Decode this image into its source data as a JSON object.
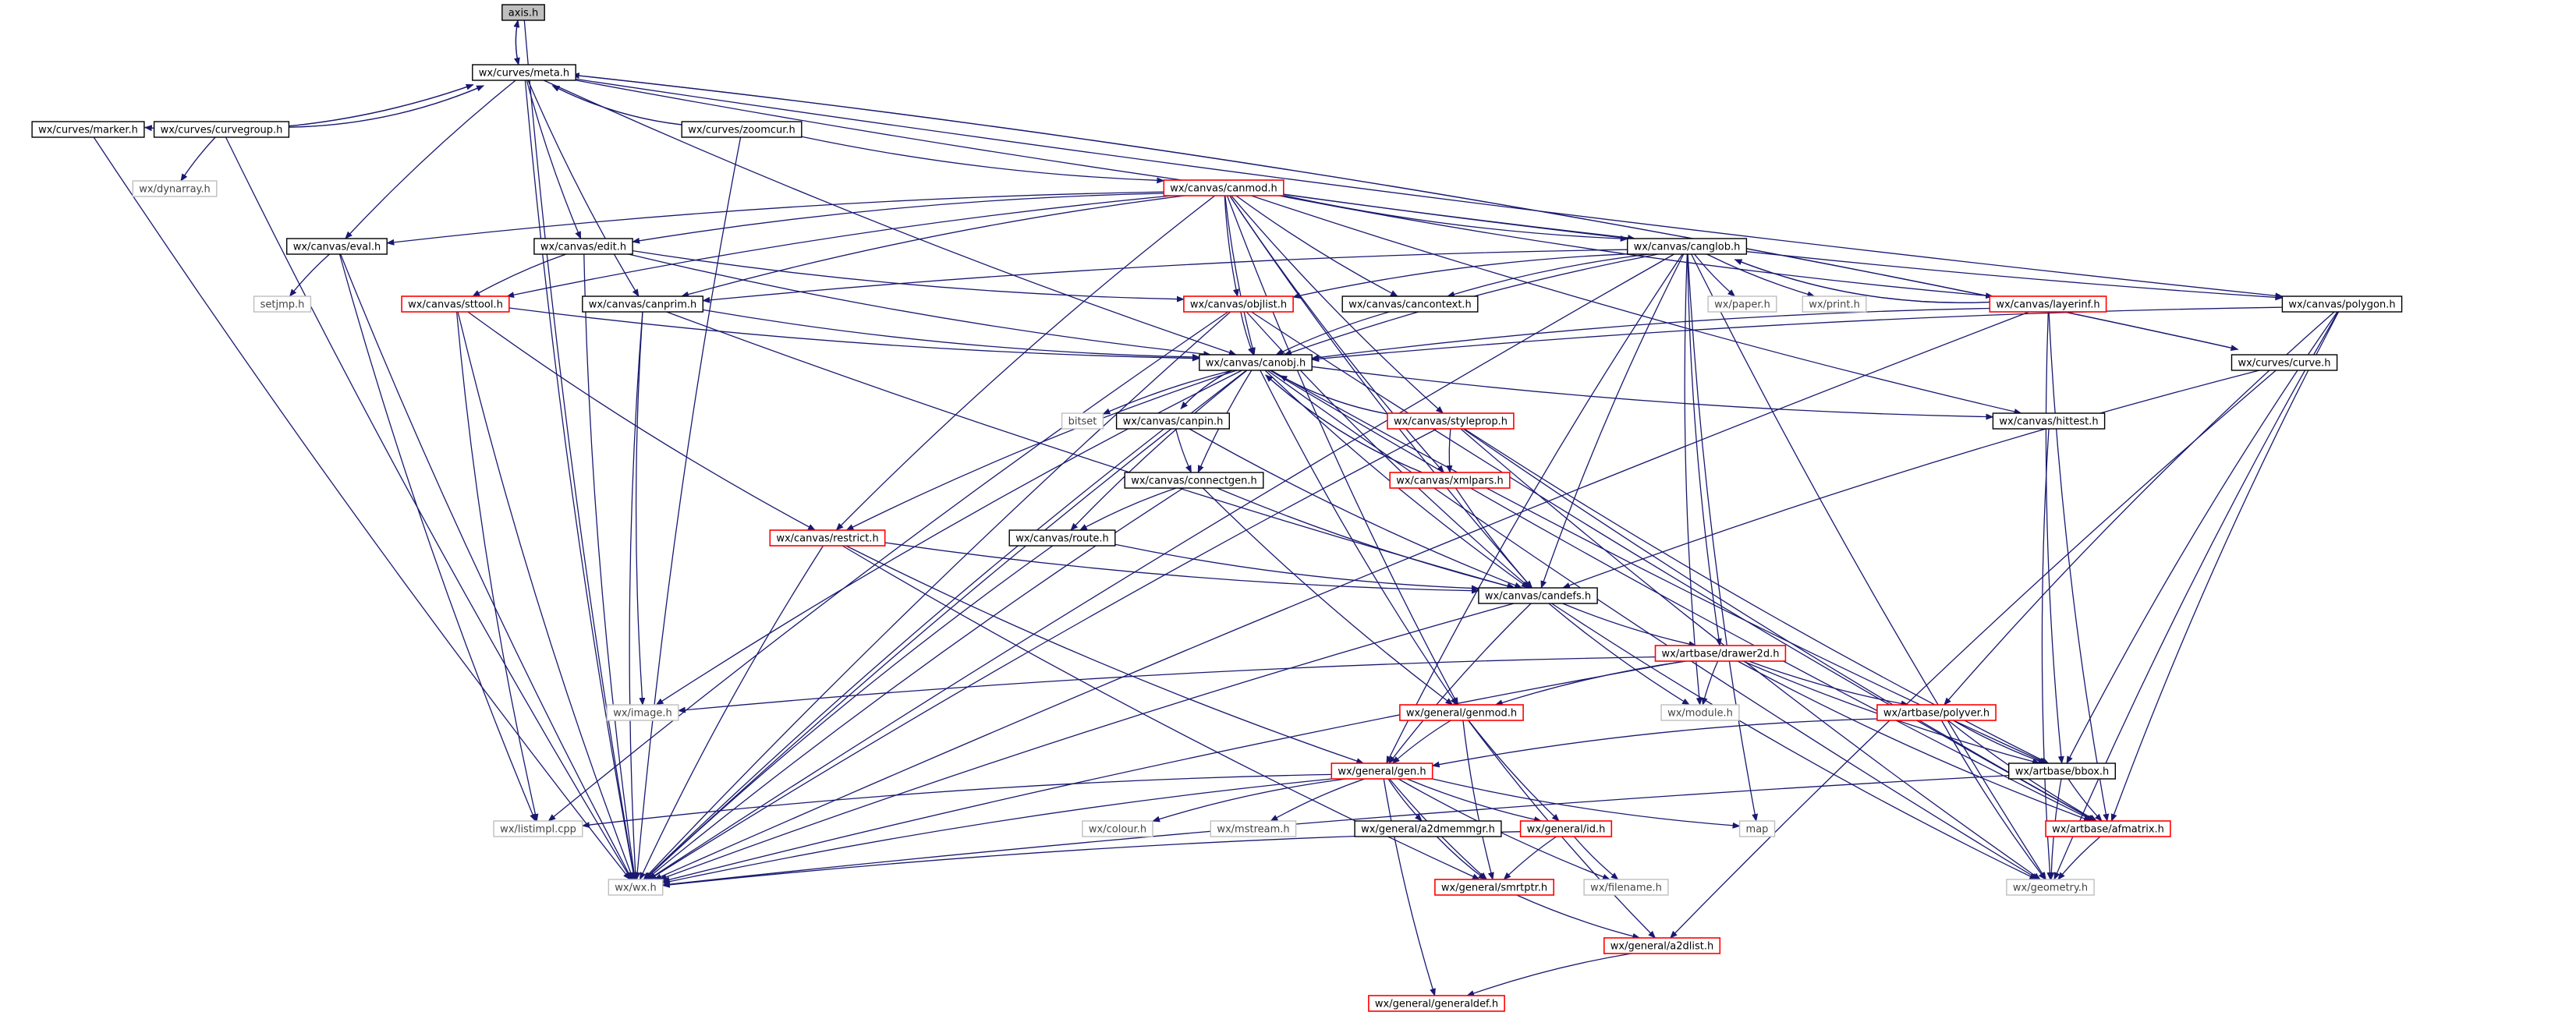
{
  "graph": {
    "colors": {
      "edge": "#191970",
      "border_local": "#000000",
      "border_incomplete": "#ff0000",
      "border_external": "#bfbfbf",
      "root_fill": "#bfbfbf",
      "node_fill": "#ffffff"
    },
    "nodes": [
      {
        "id": "axis",
        "label": "axis.h",
        "kind": "root"
      },
      {
        "id": "meta",
        "label": "wx/curves/meta.h",
        "kind": "local"
      },
      {
        "id": "marker",
        "label": "wx/curves/marker.h",
        "kind": "local"
      },
      {
        "id": "curvegroup",
        "label": "wx/curves/curvegroup.h",
        "kind": "local"
      },
      {
        "id": "zoomcur",
        "label": "wx/curves/zoomcur.h",
        "kind": "local"
      },
      {
        "id": "dynarray",
        "label": "wx/dynarray.h",
        "kind": "external"
      },
      {
        "id": "canmod",
        "label": "wx/canvas/canmod.h",
        "kind": "incomplete"
      },
      {
        "id": "eval",
        "label": "wx/canvas/eval.h",
        "kind": "local"
      },
      {
        "id": "edit",
        "label": "wx/canvas/edit.h",
        "kind": "local"
      },
      {
        "id": "canglob",
        "label": "wx/canvas/canglob.h",
        "kind": "local"
      },
      {
        "id": "setjmp",
        "label": "setjmp.h",
        "kind": "external"
      },
      {
        "id": "sttool",
        "label": "wx/canvas/sttool.h",
        "kind": "incomplete"
      },
      {
        "id": "canprim",
        "label": "wx/canvas/canprim.h",
        "kind": "local"
      },
      {
        "id": "objlist",
        "label": "wx/canvas/objlist.h",
        "kind": "incomplete"
      },
      {
        "id": "cancontext",
        "label": "wx/canvas/cancontext.h",
        "kind": "local"
      },
      {
        "id": "paper",
        "label": "wx/paper.h",
        "kind": "external"
      },
      {
        "id": "printh",
        "label": "wx/print.h",
        "kind": "external"
      },
      {
        "id": "layerinf",
        "label": "wx/canvas/layerinf.h",
        "kind": "incomplete"
      },
      {
        "id": "polygon",
        "label": "wx/canvas/polygon.h",
        "kind": "local"
      },
      {
        "id": "curve",
        "label": "wx/curves/curve.h",
        "kind": "local"
      },
      {
        "id": "canobj",
        "label": "wx/canvas/canobj.h",
        "kind": "local"
      },
      {
        "id": "bitset",
        "label": "bitset",
        "kind": "external"
      },
      {
        "id": "canpin",
        "label": "wx/canvas/canpin.h",
        "kind": "local"
      },
      {
        "id": "styleprop",
        "label": "wx/canvas/styleprop.h",
        "kind": "incomplete"
      },
      {
        "id": "hittest",
        "label": "wx/canvas/hittest.h",
        "kind": "local"
      },
      {
        "id": "xmlpars",
        "label": "wx/canvas/xmlpars.h",
        "kind": "incomplete"
      },
      {
        "id": "connectgen",
        "label": "wx/canvas/connectgen.h",
        "kind": "local"
      },
      {
        "id": "route",
        "label": "wx/canvas/route.h",
        "kind": "local"
      },
      {
        "id": "restrict",
        "label": "wx/canvas/restrict.h",
        "kind": "incomplete"
      },
      {
        "id": "candefs",
        "label": "wx/canvas/candefs.h",
        "kind": "local"
      },
      {
        "id": "drawer2d",
        "label": "wx/artbase/drawer2d.h",
        "kind": "incomplete"
      },
      {
        "id": "image",
        "label": "wx/image.h",
        "kind": "external"
      },
      {
        "id": "genmod",
        "label": "wx/general/genmod.h",
        "kind": "incomplete"
      },
      {
        "id": "module",
        "label": "wx/module.h",
        "kind": "external"
      },
      {
        "id": "polyver",
        "label": "wx/artbase/polyver.h",
        "kind": "incomplete"
      },
      {
        "id": "gen",
        "label": "wx/general/gen.h",
        "kind": "incomplete"
      },
      {
        "id": "bbox",
        "label": "wx/artbase/bbox.h",
        "kind": "local"
      },
      {
        "id": "listimpl",
        "label": "wx/listimpl.cpp",
        "kind": "external"
      },
      {
        "id": "colour",
        "label": "wx/colour.h",
        "kind": "external"
      },
      {
        "id": "mstream",
        "label": "wx/mstream.h",
        "kind": "external"
      },
      {
        "id": "a2dmemmgr",
        "label": "wx/general/a2dmemmgr.h",
        "kind": "local"
      },
      {
        "id": "id",
        "label": "wx/general/id.h",
        "kind": "incomplete"
      },
      {
        "id": "map",
        "label": "map",
        "kind": "external"
      },
      {
        "id": "afmatrix",
        "label": "wx/artbase/afmatrix.h",
        "kind": "incomplete"
      },
      {
        "id": "wx",
        "label": "wx/wx.h",
        "kind": "external"
      },
      {
        "id": "smrtptr",
        "label": "wx/general/smrtptr.h",
        "kind": "incomplete"
      },
      {
        "id": "filename",
        "label": "wx/filename.h",
        "kind": "external"
      },
      {
        "id": "geometry",
        "label": "wx/geometry.h",
        "kind": "external"
      },
      {
        "id": "a2dlist",
        "label": "wx/general/a2dlist.h",
        "kind": "incomplete"
      },
      {
        "id": "generaldef",
        "label": "wx/general/generaldef.h",
        "kind": "incomplete"
      }
    ],
    "edges": [
      [
        "axis",
        "meta"
      ],
      [
        "axis",
        "wx"
      ],
      [
        "meta",
        "axis"
      ],
      [
        "meta",
        "marker"
      ],
      [
        "meta",
        "curvegroup"
      ],
      [
        "meta",
        "zoomcur"
      ],
      [
        "meta",
        "eval"
      ],
      [
        "meta",
        "edit"
      ],
      [
        "meta",
        "canprim"
      ],
      [
        "meta",
        "canobj"
      ],
      [
        "meta",
        "polygon"
      ],
      [
        "meta",
        "curve"
      ],
      [
        "meta",
        "canglob"
      ],
      [
        "meta",
        "wx"
      ],
      [
        "marker",
        "meta"
      ],
      [
        "marker",
        "wx"
      ],
      [
        "curvegroup",
        "meta"
      ],
      [
        "curvegroup",
        "dynarray"
      ],
      [
        "curvegroup",
        "wx"
      ],
      [
        "zoomcur",
        "meta"
      ],
      [
        "zoomcur",
        "canmod"
      ],
      [
        "zoomcur",
        "wx"
      ],
      [
        "canmod",
        "eval"
      ],
      [
        "canmod",
        "edit"
      ],
      [
        "canmod",
        "sttool"
      ],
      [
        "canmod",
        "canprim"
      ],
      [
        "canmod",
        "objlist"
      ],
      [
        "canmod",
        "cancontext"
      ],
      [
        "canmod",
        "canglob"
      ],
      [
        "canmod",
        "layerinf"
      ],
      [
        "canmod",
        "polygon"
      ],
      [
        "canmod",
        "canobj"
      ],
      [
        "canmod",
        "styleprop"
      ],
      [
        "canmod",
        "xmlpars"
      ],
      [
        "canmod",
        "candefs"
      ],
      [
        "canmod",
        "restrict"
      ],
      [
        "canmod",
        "hittest"
      ],
      [
        "canmod",
        "genmod"
      ],
      [
        "eval",
        "setjmp"
      ],
      [
        "eval",
        "wx"
      ],
      [
        "eval",
        "listimpl"
      ],
      [
        "edit",
        "sttool"
      ],
      [
        "edit",
        "objlist"
      ],
      [
        "edit",
        "canobj"
      ],
      [
        "edit",
        "wx"
      ],
      [
        "canglob",
        "objlist"
      ],
      [
        "canglob",
        "cancontext"
      ],
      [
        "canglob",
        "paper"
      ],
      [
        "canglob",
        "printh"
      ],
      [
        "canglob",
        "layerinf"
      ],
      [
        "canglob",
        "canprim"
      ],
      [
        "canglob",
        "canobj"
      ],
      [
        "canglob",
        "candefs"
      ],
      [
        "canglob",
        "drawer2d"
      ],
      [
        "canglob",
        "map"
      ],
      [
        "canglob",
        "module"
      ],
      [
        "canglob",
        "gen"
      ],
      [
        "canglob",
        "geometry"
      ],
      [
        "canglob",
        "wx"
      ],
      [
        "sttool",
        "canobj"
      ],
      [
        "sttool",
        "restrict"
      ],
      [
        "sttool",
        "wx"
      ],
      [
        "sttool",
        "listimpl"
      ],
      [
        "canprim",
        "canobj"
      ],
      [
        "canprim",
        "candefs"
      ],
      [
        "canprim",
        "image"
      ],
      [
        "canprim",
        "wx"
      ],
      [
        "objlist",
        "canobj"
      ],
      [
        "objlist",
        "candefs"
      ],
      [
        "objlist",
        "listimpl"
      ],
      [
        "objlist",
        "wx"
      ],
      [
        "objlist",
        "afmatrix"
      ],
      [
        "cancontext",
        "canobj"
      ],
      [
        "layerinf",
        "canobj"
      ],
      [
        "layerinf",
        "canglob"
      ],
      [
        "layerinf",
        "bbox"
      ],
      [
        "layerinf",
        "afmatrix"
      ],
      [
        "layerinf",
        "wx"
      ],
      [
        "polygon",
        "canobj"
      ],
      [
        "polygon",
        "polyver"
      ],
      [
        "polygon",
        "bbox"
      ],
      [
        "polygon",
        "afmatrix"
      ],
      [
        "polygon",
        "geometry"
      ],
      [
        "curve",
        "meta"
      ],
      [
        "curve",
        "a2dlist"
      ],
      [
        "curve",
        "candefs"
      ],
      [
        "canobj",
        "bitset"
      ],
      [
        "canobj",
        "canpin"
      ],
      [
        "canobj",
        "styleprop"
      ],
      [
        "canobj",
        "xmlpars"
      ],
      [
        "canobj",
        "hittest"
      ],
      [
        "canobj",
        "connectgen"
      ],
      [
        "canobj",
        "route"
      ],
      [
        "canobj",
        "restrict"
      ],
      [
        "canobj",
        "candefs"
      ],
      [
        "canobj",
        "image"
      ],
      [
        "canobj",
        "genmod"
      ],
      [
        "canobj",
        "bbox"
      ],
      [
        "canobj",
        "afmatrix"
      ],
      [
        "canobj",
        "geometry"
      ],
      [
        "canobj",
        "wx"
      ],
      [
        "canpin",
        "canobj"
      ],
      [
        "canpin",
        "connectgen"
      ],
      [
        "canpin",
        "candefs"
      ],
      [
        "canpin",
        "wx"
      ],
      [
        "styleprop",
        "canobj"
      ],
      [
        "styleprop",
        "xmlpars"
      ],
      [
        "styleprop",
        "bbox"
      ],
      [
        "styleprop",
        "afmatrix"
      ],
      [
        "styleprop",
        "geometry"
      ],
      [
        "styleprop",
        "wx"
      ],
      [
        "xmlpars",
        "canobj"
      ],
      [
        "xmlpars",
        "candefs"
      ],
      [
        "hittest",
        "geometry"
      ],
      [
        "connectgen",
        "route"
      ],
      [
        "connectgen",
        "candefs"
      ],
      [
        "connectgen",
        "genmod"
      ],
      [
        "connectgen",
        "wx"
      ],
      [
        "route",
        "candefs"
      ],
      [
        "route",
        "wx"
      ],
      [
        "restrict",
        "candefs"
      ],
      [
        "restrict",
        "gen"
      ],
      [
        "restrict",
        "smrtptr"
      ],
      [
        "restrict",
        "wx"
      ],
      [
        "candefs",
        "drawer2d"
      ],
      [
        "candefs",
        "module"
      ],
      [
        "candefs",
        "gen"
      ],
      [
        "candefs",
        "geometry"
      ],
      [
        "candefs",
        "wx"
      ],
      [
        "drawer2d",
        "image"
      ],
      [
        "drawer2d",
        "genmod"
      ],
      [
        "drawer2d",
        "module"
      ],
      [
        "drawer2d",
        "polyver"
      ],
      [
        "drawer2d",
        "bbox"
      ],
      [
        "drawer2d",
        "afmatrix"
      ],
      [
        "drawer2d",
        "wx"
      ],
      [
        "genmod",
        "gen"
      ],
      [
        "genmod",
        "id"
      ],
      [
        "genmod",
        "smrtptr"
      ],
      [
        "genmod",
        "a2dlist"
      ],
      [
        "polyver",
        "gen"
      ],
      [
        "polyver",
        "bbox"
      ],
      [
        "polyver",
        "afmatrix"
      ],
      [
        "polyver",
        "geometry"
      ],
      [
        "bbox",
        "afmatrix"
      ],
      [
        "bbox",
        "geometry"
      ],
      [
        "bbox",
        "wx"
      ],
      [
        "gen",
        "listimpl"
      ],
      [
        "gen",
        "colour"
      ],
      [
        "gen",
        "mstream"
      ],
      [
        "gen",
        "a2dmemmgr"
      ],
      [
        "gen",
        "id"
      ],
      [
        "gen",
        "map"
      ],
      [
        "gen",
        "smrtptr"
      ],
      [
        "gen",
        "filename"
      ],
      [
        "gen",
        "generaldef"
      ],
      [
        "gen",
        "wx"
      ],
      [
        "a2dmemmgr",
        "smrtptr"
      ],
      [
        "id",
        "smrtptr"
      ],
      [
        "id",
        "filename"
      ],
      [
        "id",
        "wx"
      ],
      [
        "afmatrix",
        "geometry"
      ],
      [
        "smrtptr",
        "a2dlist"
      ],
      [
        "a2dlist",
        "generaldef"
      ]
    ]
  }
}
